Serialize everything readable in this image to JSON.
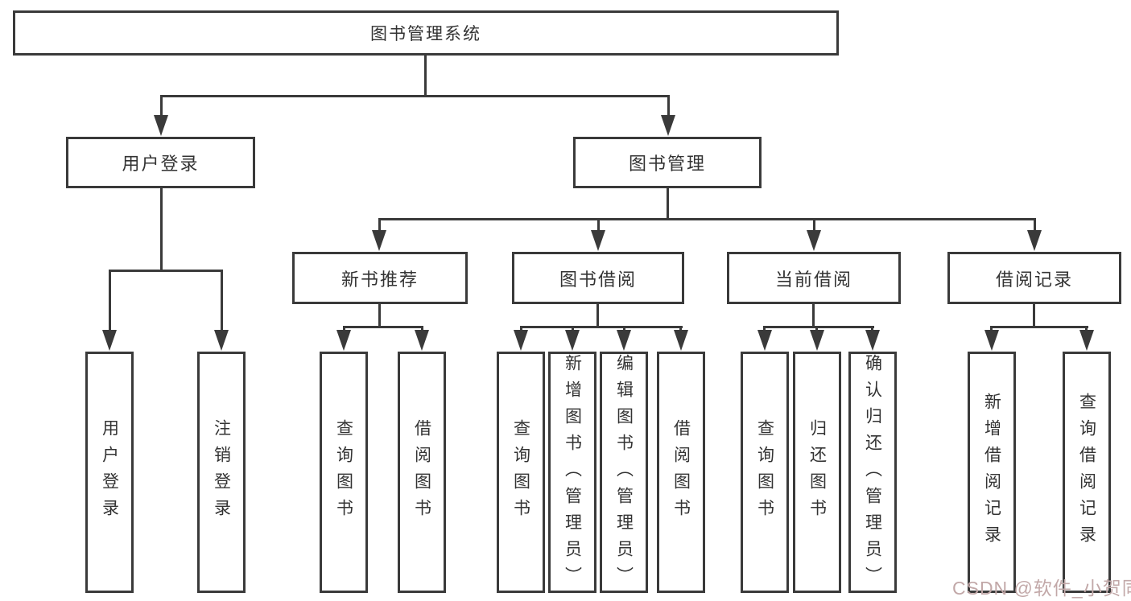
{
  "tree": {
    "root": {
      "label": "图书管理系统"
    },
    "branches": [
      {
        "label": "用户登录",
        "leaves": [
          "用户登录",
          "注销登录"
        ]
      },
      {
        "label": "图书管理",
        "groups": [
          {
            "label": "新书推荐",
            "leaves": [
              "查询图书",
              "借阅图书"
            ]
          },
          {
            "label": "图书借阅",
            "leaves": [
              "查询图书",
              "新增图书（管理员）",
              "编辑图书（管理员）",
              "借阅图书"
            ]
          },
          {
            "label": "当前借阅",
            "leaves": [
              "查询图书",
              "归还图书",
              "确认归还（管理员）"
            ]
          },
          {
            "label": "借阅记录",
            "leaves": [
              "新增借阅记录",
              "查询借阅记录"
            ]
          }
        ]
      }
    ]
  },
  "watermark": {
    "text": "CSDN @软件_小贺同学"
  },
  "colors": {
    "line": "#3a3a3a",
    "text": "#333333",
    "watermark": "#c2a8a8",
    "bg": "#ffffff"
  }
}
